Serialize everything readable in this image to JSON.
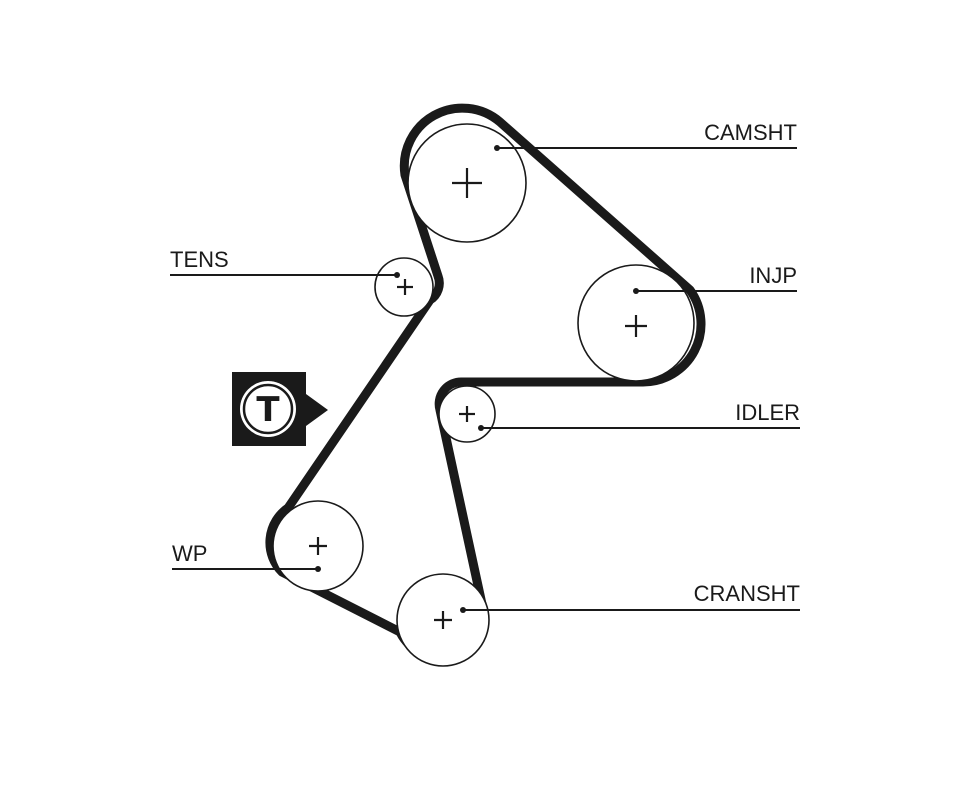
{
  "labels": {
    "camshaft": "CAMSHT",
    "tensioner": "TENS",
    "injection_pump": "INJP",
    "idler": "IDLER",
    "water_pump": "WP",
    "crankshaft": "CRANSHT"
  },
  "badge": {
    "letter": "T",
    "icon": "tensioner-badge-icon"
  },
  "colors": {
    "ink": "#1a1a1a",
    "background": "#ffffff"
  }
}
